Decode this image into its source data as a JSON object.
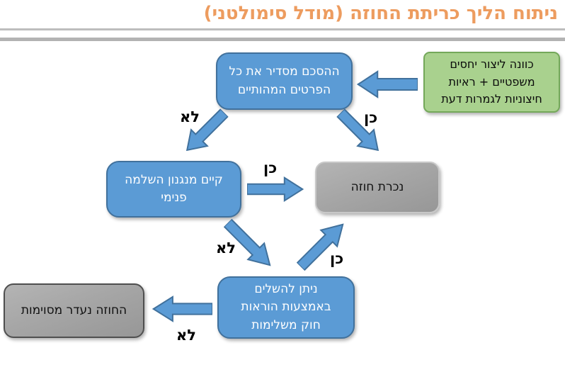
{
  "title": "ניתוח הליך כריתת החוזה (מודל סימולטני)",
  "colors": {
    "title_orange": "#ED9C5F",
    "node_blue_fill": "#5B9BD5",
    "node_blue_border": "#41719C",
    "node_green_fill": "#A9D18E",
    "node_green_border": "#74A85A",
    "node_gray_fill": "#A6A6A6",
    "arrow_blue_fill": "#5B9BD5",
    "arrow_blue_border": "#41719C",
    "divider_gray": "#B5B5B5"
  },
  "nodes": {
    "intention": {
      "label": "כוונה ליצור יחסים\nמשפטיים + ראיות\nחיצוניות לגמרות דעת"
    },
    "agreement": {
      "label": "ההסכם מסדיר את כל\nהפרטים המהותיים"
    },
    "mechanism": {
      "label": "קיים מנגנון השלמה\nפנימי"
    },
    "contract_formed": {
      "label": "נכרת חוזה"
    },
    "supplement": {
      "label": "ניתן להשלים\nבאמצעות הוראות\nחוק משלימות"
    },
    "no_specificity": {
      "label": "החוזה נעדר מסוימות"
    }
  },
  "edge_labels": {
    "yes": "כן",
    "no": "לא"
  }
}
